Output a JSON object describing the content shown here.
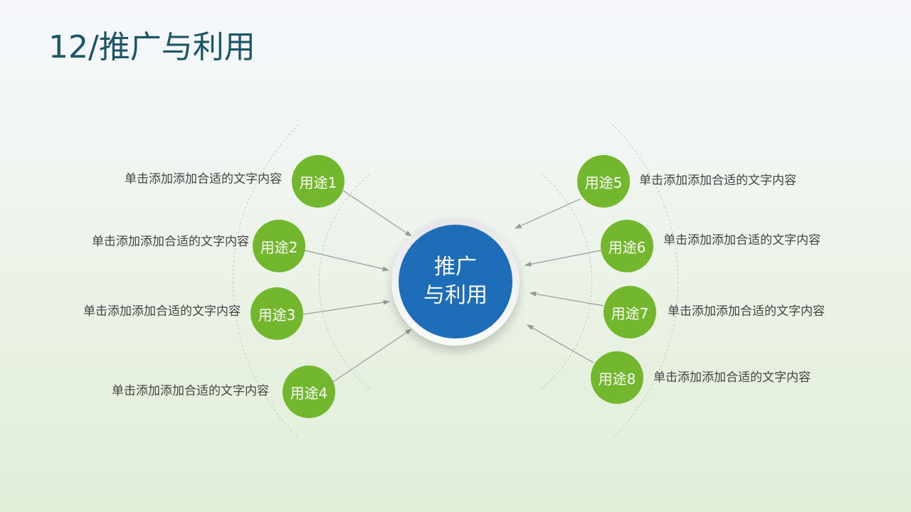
{
  "title": "12/推广与利用",
  "center": {
    "line1": "推广",
    "line2": "与利用"
  },
  "items": [
    {
      "label": "用途1",
      "text": "单击添加添加合适的文字内容"
    },
    {
      "label": "用途2",
      "text": "单击添加添加合适的文字内容"
    },
    {
      "label": "用途3",
      "text": "单击添加添加合适的文字内容"
    },
    {
      "label": "用途4",
      "text": "单击添加添加合适的文字内容"
    },
    {
      "label": "用途5",
      "text": "单击添加添加合适的文字内容"
    },
    {
      "label": "用途6",
      "text": "单击添加添加合适的文字内容"
    },
    {
      "label": "用途7",
      "text": "单击添加添加合适的文字内容"
    },
    {
      "label": "用途8",
      "text": "单击添加添加合适的文字内容"
    }
  ],
  "colors": {
    "title": "#1b5566",
    "hub": "#1d6db8",
    "node": "#72b72e"
  }
}
